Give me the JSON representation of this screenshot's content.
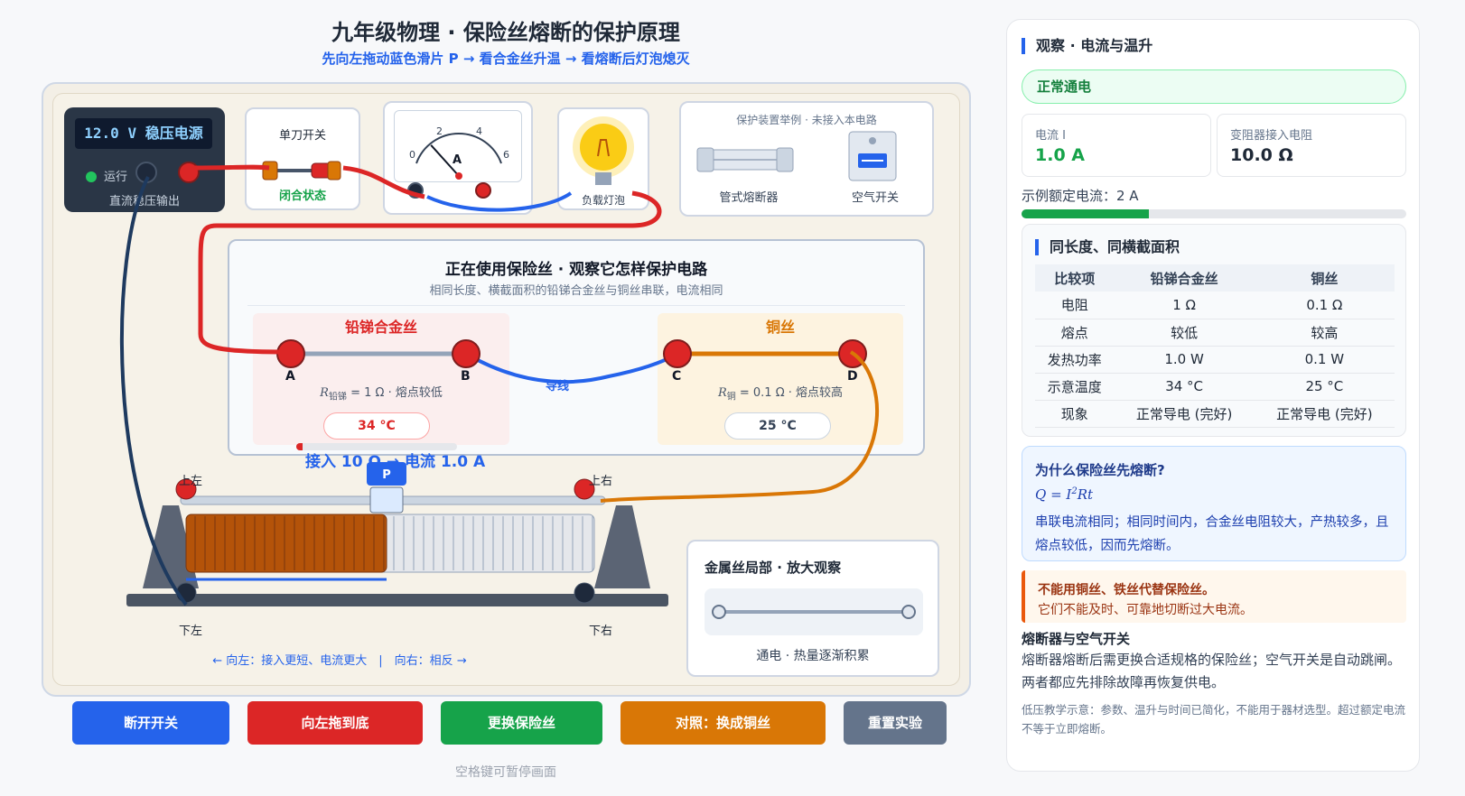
{
  "header": {
    "title": "九年级物理 · 保险丝熔断的保护原理",
    "subtitle": "先向左拖动蓝色滑片 P → 看合金丝升温 → 看熔断后灯泡熄灭"
  },
  "power_supply": {
    "display": "12.0 V 稳压电源",
    "run_label": "运行",
    "output_label": "直流稳压输出"
  },
  "switch": {
    "title": "单刀开关",
    "state": "闭合状态"
  },
  "ammeter": {
    "ticks": [
      "0",
      "2",
      "4",
      "6"
    ],
    "unit": "A",
    "current": 1.0,
    "scale_max": 6
  },
  "bulb": {
    "label": "负载灯泡"
  },
  "examples": {
    "title": "保护装置举例 · 未接入本电路",
    "fuse_label": "管式熔断器",
    "breaker_label": "空气开关"
  },
  "compare": {
    "title": "正在使用保险丝 · 观察它怎样保护电路",
    "subtitle": "相同长度、横截面积的铅锑合金丝与铜丝串联，电流相同",
    "lead": {
      "name": "铅锑合金丝",
      "symbol": "R",
      "subscript": "铅锑",
      "resistance_text": " = 1 Ω · 熔点较低",
      "temp": "34 °C",
      "temp_level": 0.04
    },
    "copper": {
      "name": "铜丝",
      "symbol": "R",
      "subscript": "铜",
      "resistance_text": " = 0.1 Ω · 熔点较高",
      "temp": "25 °C"
    },
    "points": [
      "A",
      "B",
      "C",
      "D"
    ],
    "wire_label": "导线"
  },
  "rheostat": {
    "reading": "接入 10 Ω → 电流 1.0 A",
    "slider_label": "P",
    "corners": {
      "top_left": "上左",
      "top_right": "上右",
      "bottom_left": "下左",
      "bottom_right": "下右"
    },
    "hint": "← 向左：接入更短、电流更大　|　向右：相反 →",
    "position": 0.42
  },
  "magnifier": {
    "title": "金属丝局部 · 放大观察",
    "caption": "通电 · 热量逐渐积累"
  },
  "buttons": {
    "open": "断开开关",
    "left": "向左拖到底",
    "replace": "更换保险丝",
    "copper": "对照：换成铜丝",
    "reset": "重置实验"
  },
  "space_hint": "空格键可暂停画面",
  "side": {
    "observe_title": "观察 · 电流与温升",
    "status": "正常通电",
    "current_label": "电流 I",
    "current_value": "1.0 A",
    "resistance_label": "变阻器接入电阻",
    "resistance_value": "10.0 Ω",
    "rated": "示例额定电流：2 A",
    "rated_fraction": 0.33,
    "table_title": "同长度、同横截面积",
    "table": {
      "headers": [
        "比较项",
        "铅锑合金丝",
        "铜丝"
      ],
      "rows": [
        [
          "电阻",
          "1 Ω",
          "0.1 Ω"
        ],
        [
          "熔点",
          "较低",
          "较高"
        ],
        [
          "发热功率",
          "1.0 W",
          "0.1 W"
        ],
        [
          "示意温度",
          "34 °C",
          "25 °C"
        ],
        [
          "现象",
          "正常导电 (完好)",
          "正常导电 (完好)"
        ]
      ]
    },
    "why_title": "为什么保险丝先熔断?",
    "why_formula_q": "Q = I",
    "why_formula_exp": "2",
    "why_formula_rt": "Rt",
    "why_text": "串联电流相同；相同时间内，合金丝电阻较大，产热较多，且熔点较低，因而先熔断。",
    "warn_title": "不能用铜丝、铁丝代替保险丝。",
    "warn_text": "它们不能及时、可靠地切断过大电流。",
    "fb_title": "熔断器与空气开关",
    "fb_text": "熔断器熔断后需更换合适规格的保险丝；空气开关是自动跳闸。两者都应先排除故障再恢复供电。",
    "footnote": "低压教学示意：参数、温升与时间已简化，不能用于器材选型。超过额定电流不等于立即熔断。"
  },
  "colors": {
    "accent": "#2563eb",
    "lead": "#dc2626",
    "copper": "#d97706",
    "ok": "#16a34a"
  }
}
